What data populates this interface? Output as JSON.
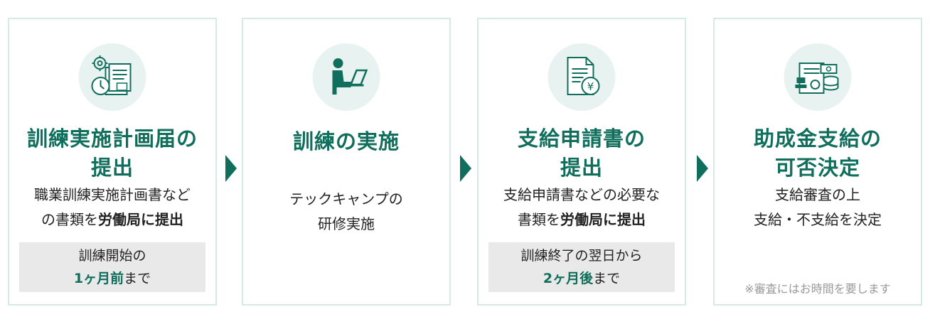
{
  "steps": [
    {
      "icon": "plan-document-gear-clock-icon",
      "title_line1": "訓練実施計画届の",
      "title_line2": "提出",
      "desc_line1": "職業訓練実施計画書など",
      "desc_line2_pre": "の書類を",
      "desc_line2_bold": "労働局に提出",
      "note_line1": "訓練開始の",
      "note_line2_highlight": "1ヶ月前",
      "note_line2_rest": "まで"
    },
    {
      "icon": "person-laptop-icon",
      "title": "訓練の実施",
      "desc_line1": "テックキャンプの",
      "desc_line2": "研修実施"
    },
    {
      "icon": "document-yen-icon",
      "title_line1": "支給申請書の",
      "title_line2": "提出",
      "desc_line1": "支給申請書などの必要な",
      "desc_line2_pre": "書類を",
      "desc_line2_bold": "労働局に提出",
      "note_line1": "訓練終了の翌日から",
      "note_line2_highlight": "2ヶ月後",
      "note_line2_rest": "まで"
    },
    {
      "icon": "certificate-stamp-money-icon",
      "title_line1": "助成金支給の",
      "title_line2": "可否決定",
      "desc_line1": "支給審査の上",
      "desc_line2": "支給・不支給を決定",
      "small_note": "※審査にはお時間を要します"
    }
  ],
  "colors": {
    "accent": "#0f6f5c",
    "icon_bg": "#e8f3f1",
    "border": "#d5e9e5",
    "note_bg": "#e9e9e9"
  }
}
